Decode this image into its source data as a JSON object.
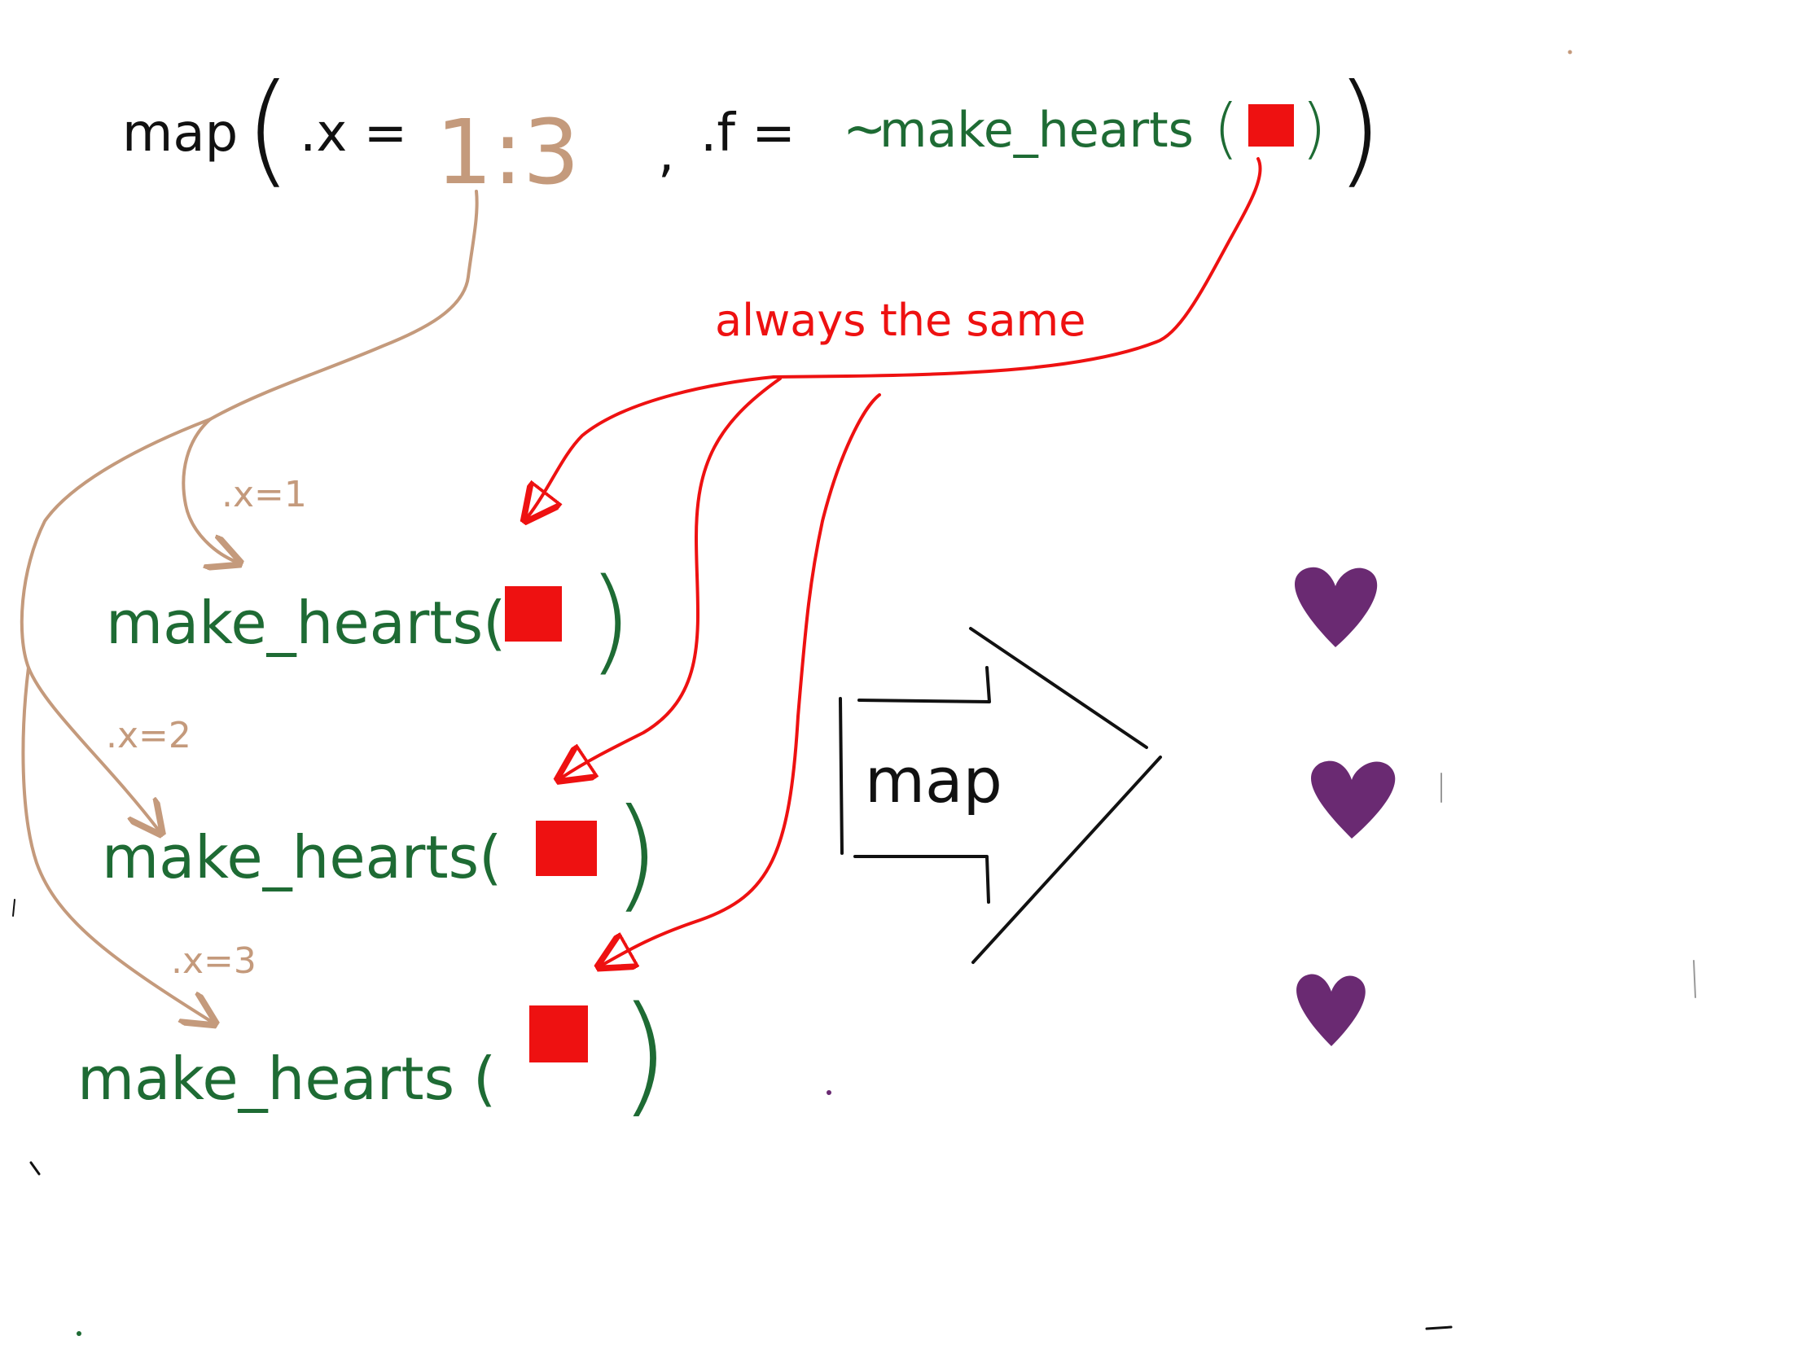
{
  "colors": {
    "ink": "#111111",
    "tan": "#c49a7c",
    "green": "#1e6b34",
    "red": "#ee1111",
    "purple": "#6a2a72"
  },
  "call": {
    "fn": "map",
    "open_paren": "(",
    "x_arg": ".x =",
    "x_value": "1:3",
    "comma": ",",
    "f_arg": ".f =",
    "tilde": "~",
    "inner_fn": "make_hearts",
    "inner_open": "(",
    "inner_close": ")",
    "close_paren": ")"
  },
  "note": "always the same",
  "steps": [
    {
      "label": ".x=1",
      "call": "make_hearts(",
      "close": ")"
    },
    {
      "label": ".x=2",
      "call": "make_hearts(",
      "close": ")"
    },
    {
      "label": ".x=3",
      "call": "make_hearts (",
      "close": ")"
    }
  ],
  "big_arrow_label": "map",
  "outputs": [
    "heart-icon",
    "heart-icon",
    "heart-icon"
  ]
}
